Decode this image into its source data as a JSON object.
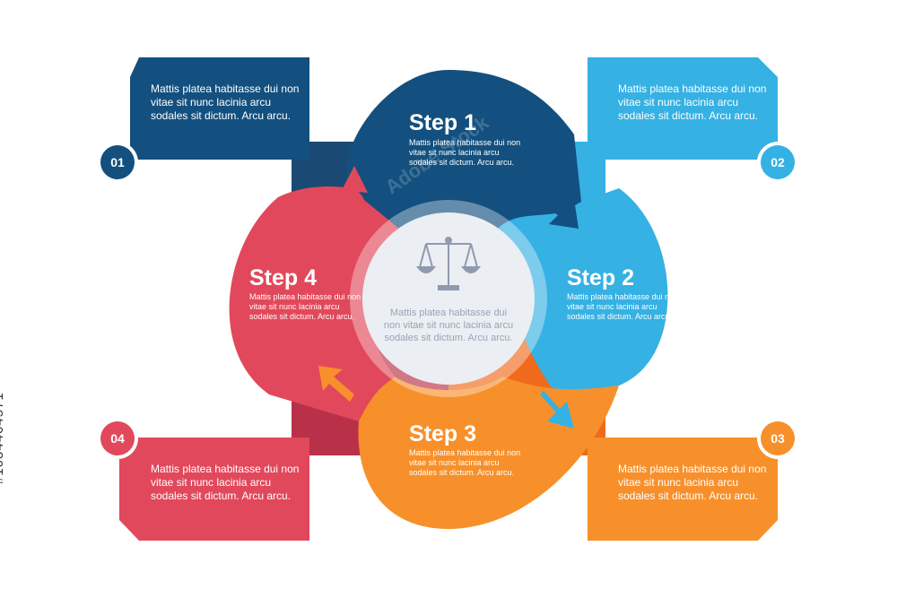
{
  "colors": {
    "step1": "#13507f",
    "step2": "#35b1e3",
    "step3": "#f7902b",
    "step4": "#e2485b",
    "center_text": "#9aa3b4"
  },
  "boxes": [
    {
      "number": "01",
      "text": "Mattis platea habitasse dui non vitae sit nunc lacinia arcu sodales sit dictum. Arcu arcu."
    },
    {
      "number": "02",
      "text": "Mattis platea habitasse dui non vitae sit nunc lacinia arcu sodales sit dictum. Arcu arcu."
    },
    {
      "number": "03",
      "text": "Mattis platea habitasse dui non vitae sit nunc lacinia arcu sodales sit dictum. Arcu arcu."
    },
    {
      "number": "04",
      "text": "Mattis platea habitasse dui non vitae sit nunc lacinia arcu sodales sit dictum. Arcu arcu."
    }
  ],
  "steps": [
    {
      "title": "Step 1",
      "text": "Mattis platea habitasse dui non vitae sit nunc lacinia arcu sodales sit dictum. Arcu arcu."
    },
    {
      "title": "Step 2",
      "text": "Mattis platea habitasse dui non vitae sit nunc lacinia arcu sodales sit dictum. Arcu arcu."
    },
    {
      "title": "Step 3",
      "text": "Mattis platea habitasse dui non vitae sit nunc lacinia arcu sodales sit dictum. Arcu arcu."
    },
    {
      "title": "Step 4",
      "text": "Mattis platea habitasse dui non vitae sit nunc lacinia arcu sodales sit dictum. Arcu arcu."
    }
  ],
  "center": {
    "icon": "scales-icon",
    "text": "Mattis platea habitasse dui non vitae sit nunc lacinia arcu sodales sit dictum. Arcu arcu."
  },
  "watermark": {
    "text": "Adobe Stock"
  },
  "stock_id": "#1034464571"
}
